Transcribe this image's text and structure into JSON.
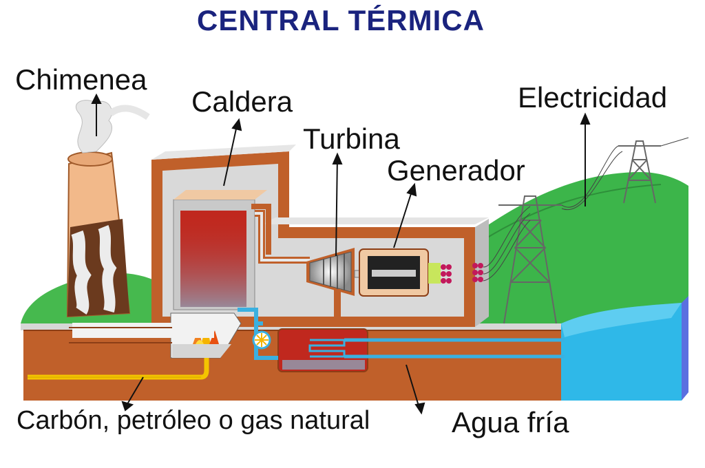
{
  "title": "CENTRAL TÉRMICA",
  "labels": {
    "chimenea": "Chimenea",
    "caldera": "Caldera",
    "turbina": "Turbina",
    "generador": "Generador",
    "electricidad": "Electricidad",
    "combustible": "Carbón, petróleo o gas natural",
    "agua_fria": "Agua fría"
  },
  "colors": {
    "title": "#1a237e",
    "ground": "#c0602a",
    "building_wall": "#c0602a",
    "building_inner": "#d9d9d9",
    "grass": "#3cb54a",
    "water": "#2fb8e8",
    "chimney": "#f2b98a",
    "boiler_hot": "#c0281e",
    "fuel_pipe": "#f4c400",
    "cold_pipe": "#3ab0e0"
  },
  "icons": [
    "smoke-icon",
    "fire-icon",
    "pylon-icon",
    "pump-icon"
  ]
}
